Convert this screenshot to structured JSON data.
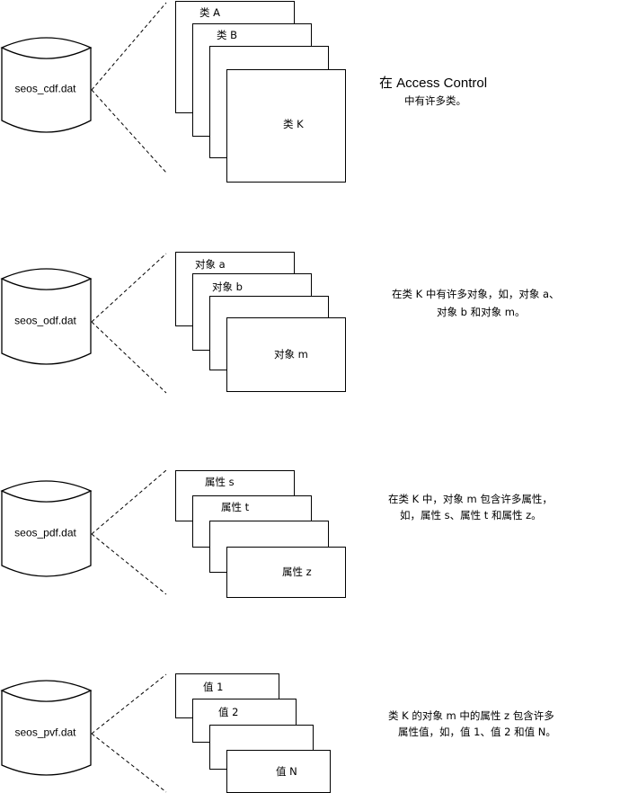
{
  "diagram": {
    "title": "Access Control data file hierarchy",
    "groups": [
      {
        "id": "classes",
        "file": {
          "label": "seos_cdf.dat",
          "icon": "database-cylinder-icon"
        },
        "stack": {
          "labels": [
            "类 A",
            "类 B",
            "",
            "类 K"
          ]
        },
        "description": {
          "lines": [
            "在 Access Control",
            "中有许多类。"
          ]
        }
      },
      {
        "id": "objects",
        "file": {
          "label": "seos_odf.dat",
          "icon": "database-cylinder-icon"
        },
        "stack": {
          "labels": [
            "对象 a",
            "对象 b",
            "",
            "对象 m"
          ]
        },
        "description": {
          "lines": [
            "在类 K 中有许多对象，如，对象 a、",
            "对象 b 和对象 m。"
          ]
        }
      },
      {
        "id": "properties",
        "file": {
          "label": "seos_pdf.dat",
          "icon": "database-cylinder-icon"
        },
        "stack": {
          "labels": [
            "属性 s",
            "属性 t",
            "",
            "属性 z"
          ]
        },
        "description": {
          "lines": [
            "在类 K 中，对象 m 包含许多属性，",
            "如，属性 s、属性 t 和属性 z。"
          ]
        }
      },
      {
        "id": "values",
        "file": {
          "label": "seos_pvf.dat",
          "icon": "database-cylinder-icon"
        },
        "stack": {
          "labels": [
            "值 1",
            "值 2",
            "",
            "值 N"
          ]
        },
        "description": {
          "lines": [
            "类 K 的对象 m 中的属性 z 包含许多",
            "属性值，如，值 1、值 2 和值 N。"
          ]
        }
      }
    ],
    "colors": {
      "background": "#ffffff",
      "stroke": "#000000",
      "text": "#000000"
    }
  }
}
